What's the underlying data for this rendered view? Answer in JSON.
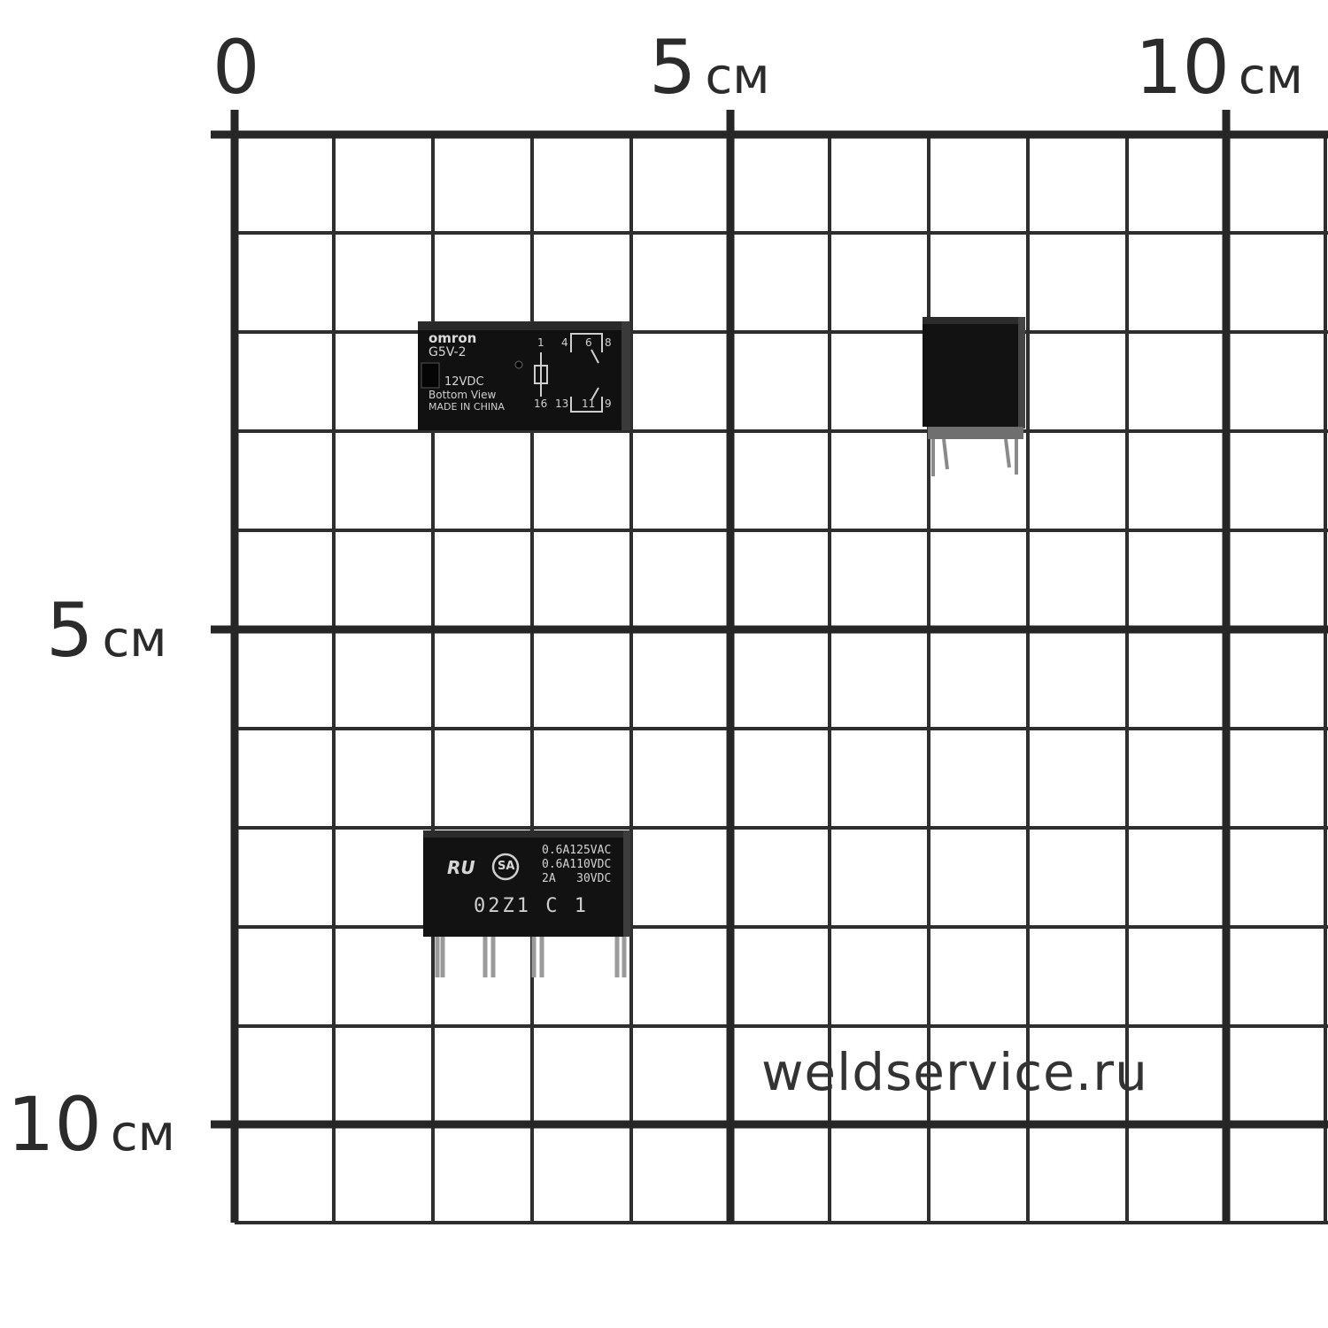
{
  "scale": {
    "x_labels": [
      {
        "value": "0",
        "unit": ""
      },
      {
        "value": "5",
        "unit": "см"
      },
      {
        "value": "10",
        "unit": "см"
      }
    ],
    "y_labels": [
      {
        "value": "5",
        "unit": "см"
      },
      {
        "value": "10",
        "unit": "см"
      }
    ]
  },
  "relay_top": {
    "brand": "omron",
    "model": "G5V-2",
    "voltage": "12VDC",
    "view_note": "Bottom View",
    "origin": "MADE IN CHINA",
    "pins_top": [
      "1",
      "4",
      "6",
      "8"
    ],
    "pins_bottom": [
      "16",
      "13",
      "11",
      "9"
    ]
  },
  "relay_bottom": {
    "rating_1": "0.6A125VAC",
    "rating_2": "0.6A110VDC",
    "rating_3": "2A   30VDC",
    "code": "02Z1 C 1",
    "ul_mark": "RU",
    "csa_mark": "SA"
  },
  "watermark": "weldservice.ru"
}
